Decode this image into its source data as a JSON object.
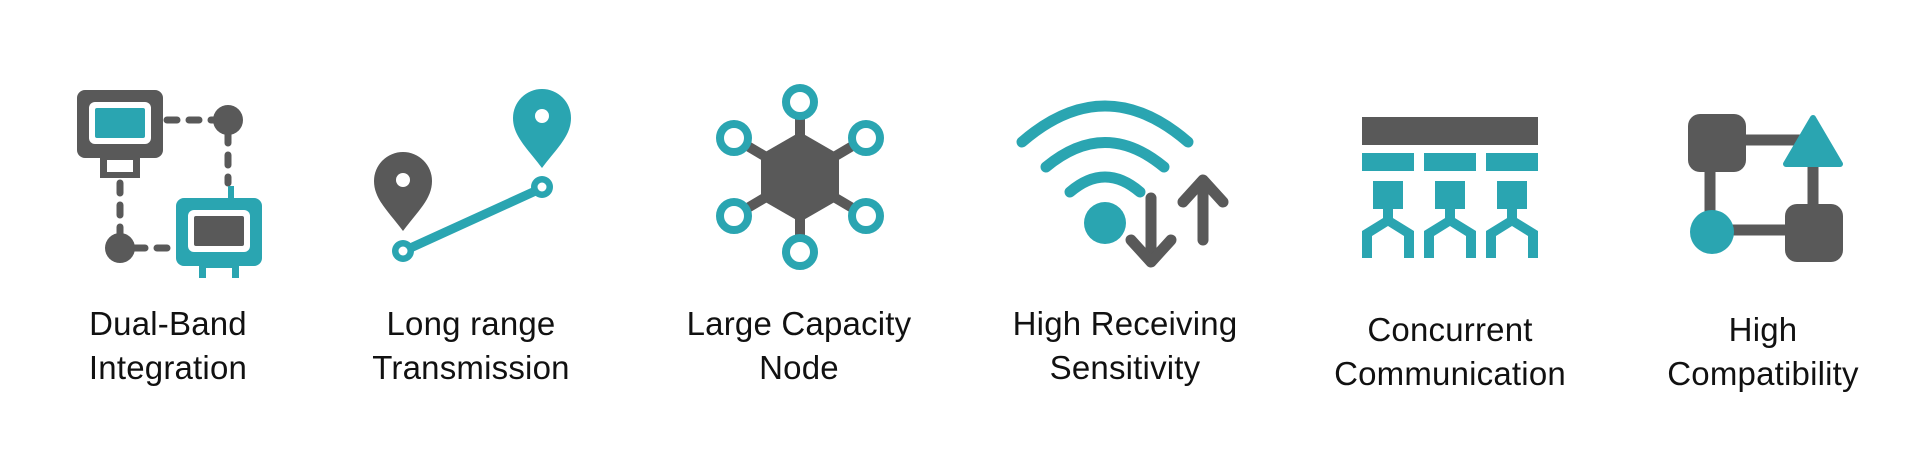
{
  "colors": {
    "teal": "#2aa5b1",
    "gray": "#595959",
    "text": "#111111",
    "background": "#ffffff"
  },
  "features": [
    {
      "icon": "dual-band-devices-icon",
      "line1": "Dual-Band",
      "line2": "Integration"
    },
    {
      "icon": "location-route-icon",
      "line1": "Long range",
      "line2": "Transmission"
    },
    {
      "icon": "hexagon-node-network-icon",
      "line1": "Large Capacity",
      "line2": "Node"
    },
    {
      "icon": "wifi-updown-arrows-icon",
      "line1": "High Receiving",
      "line2": "Sensitivity"
    },
    {
      "icon": "concurrent-branches-icon",
      "line1": "Concurrent",
      "line2": "Communication"
    },
    {
      "icon": "shapes-connected-icon",
      "line1": "High",
      "line2": "Compatibility"
    }
  ]
}
